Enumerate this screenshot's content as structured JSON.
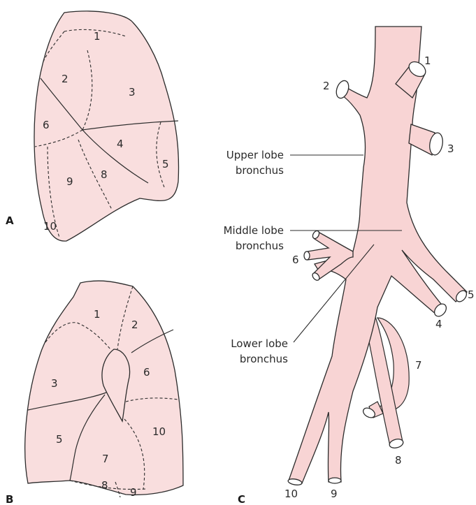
{
  "panels": {
    "a": "A",
    "b": "B",
    "c": "C"
  },
  "lung_a": {
    "segments": [
      "1",
      "2",
      "3",
      "4",
      "5",
      "6",
      "8",
      "9",
      "10"
    ]
  },
  "lung_b": {
    "segments": [
      "1",
      "2",
      "3",
      "5",
      "6",
      "7",
      "8",
      "9",
      "10"
    ]
  },
  "bronchi": {
    "branches": [
      "1",
      "2",
      "3",
      "4",
      "5",
      "6",
      "7",
      "8",
      "9",
      "10"
    ],
    "upper_lobe": [
      "Upper lobe",
      "bronchus"
    ],
    "middle_lobe": [
      "Middle lobe",
      "bronchus"
    ],
    "lower_lobe": [
      "Lower lobe",
      "bronchus"
    ]
  },
  "colors": {
    "tissue": "#f9dede",
    "airway": "#f8d4d4",
    "outline": "#2b2b2b"
  }
}
